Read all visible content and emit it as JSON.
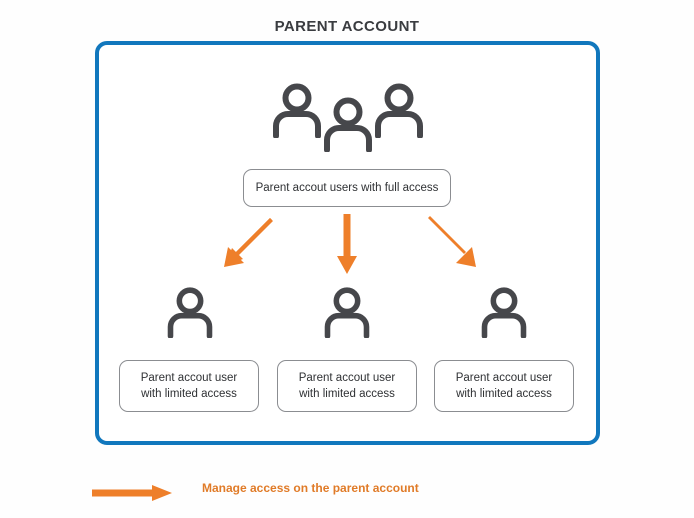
{
  "diagram": {
    "title": "PARENT ACCOUNT",
    "colors": {
      "container_border": "#1177bd",
      "arrow_orange": "#ee7f2a",
      "icon_gray": "#46474b",
      "box_border": "#8b8d91",
      "title_text": "#3a3c40",
      "legend_text": "#e07b28"
    },
    "admins": {
      "icon_name": "group-of-three-users-icon",
      "icon_count": 3,
      "label": "Parent accout users with full access"
    },
    "arrows": [
      {
        "name": "arrow-to-left-limited-user",
        "direction": "down-left"
      },
      {
        "name": "arrow-to-center-limited-user",
        "direction": "down"
      },
      {
        "name": "arrow-to-right-limited-user",
        "direction": "down-right"
      }
    ],
    "limited_users": [
      {
        "icon_name": "single-user-icon",
        "label_line_1": "Parent accout user",
        "label_line_2": "with limited access"
      },
      {
        "icon_name": "single-user-icon",
        "label_line_1": "Parent accout user",
        "label_line_2": "with limited access"
      },
      {
        "icon_name": "single-user-icon",
        "label_line_1": "Parent accout user",
        "label_line_2": "with limited access"
      }
    ],
    "legend": {
      "arrow_icon_name": "right-arrow-icon",
      "text": "Manage access on the parent account"
    }
  }
}
